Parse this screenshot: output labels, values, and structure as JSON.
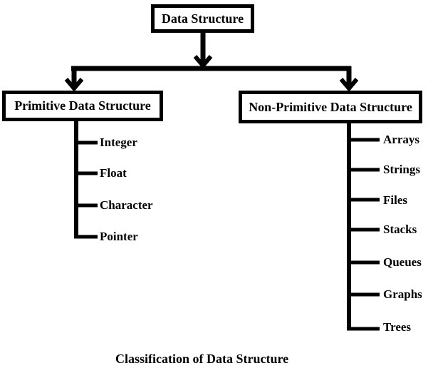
{
  "diagram": {
    "root": {
      "label": "Data Structure"
    },
    "branches": [
      {
        "label": "Primitive Data Structure",
        "items": [
          "Integer",
          "Float",
          "Character",
          "Pointer"
        ]
      },
      {
        "label": "Non-Primitive Data Structure",
        "items": [
          "Arrays",
          "Strings",
          "Files",
          "Stacks",
          "Queues",
          "Graphs",
          "Trees"
        ]
      }
    ],
    "caption": "Classification of Data Structure",
    "colors": {
      "line": "#000000",
      "background": "#ffffff",
      "text": "#000000"
    }
  }
}
